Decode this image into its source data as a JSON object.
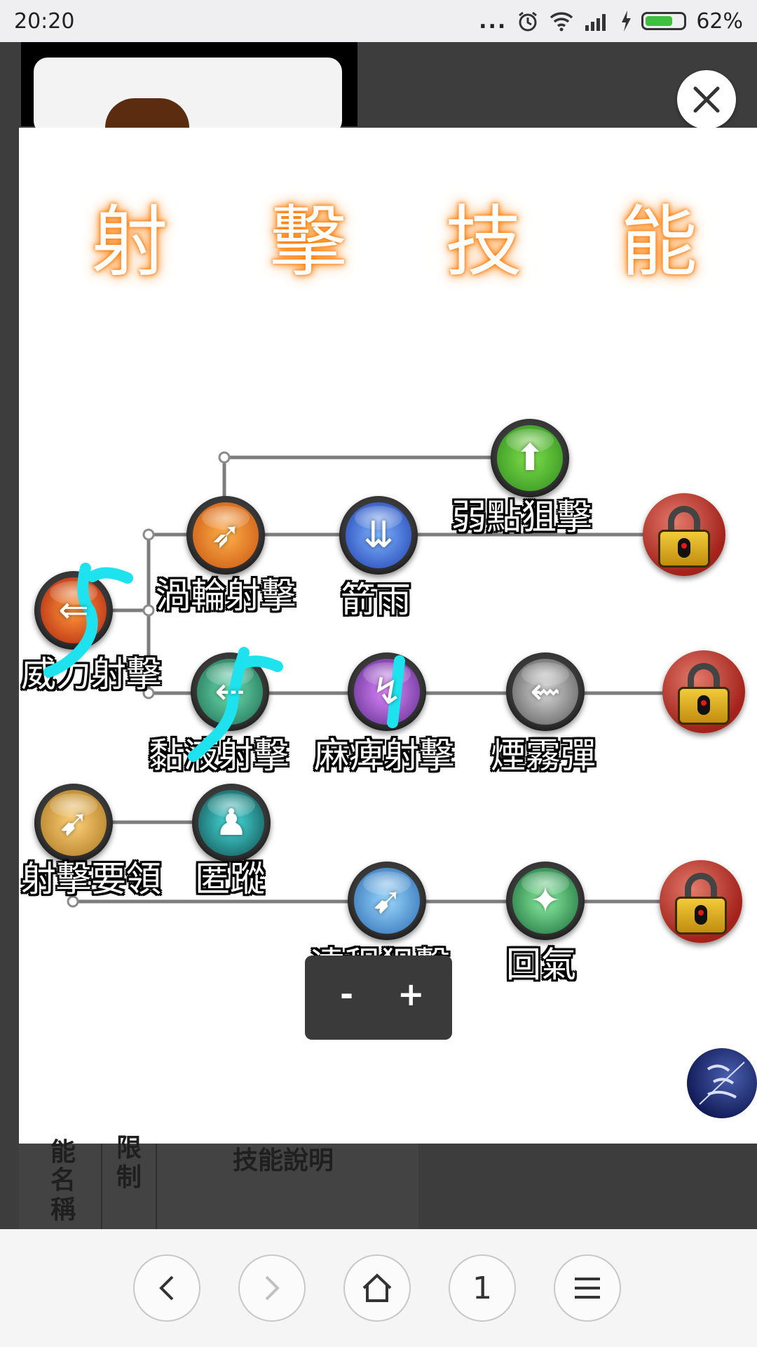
{
  "status": {
    "time": "20:20",
    "dots": "...",
    "battery_pct": "62%",
    "battery_level": 0.62
  },
  "title": {
    "chars": [
      "射",
      "擊",
      "技",
      "能"
    ]
  },
  "skills": {
    "weak_point_snipe": "弱點狙擊",
    "vortex_shot": "渦輪射擊",
    "arrow_rain": "箭雨",
    "power_shot": "威力射擊",
    "sticky_shot": "黏液射擊",
    "paralyze_shot": "麻痺射擊",
    "smoke_bomb": "煙霧彈",
    "shooting_essentials": "射擊要領",
    "stealth": "匿蹤",
    "long_range_snipe": "遠程狙擊",
    "recover": "回氣"
  },
  "zoom": {
    "minus": "-",
    "plus": "+"
  },
  "table_header": {
    "col1_chars": [
      "能",
      "名",
      "稱"
    ],
    "col2_chars": [
      "限",
      "制"
    ],
    "col3": "技能說明"
  },
  "nav": {
    "tab_count": "1"
  },
  "colors": {
    "title_glow": "#ff7a00",
    "skill_green": "#3aa32f",
    "skill_orange": "#d9691a",
    "skill_blue": "#2d57c8",
    "skill_red": "#c4301a",
    "skill_teal": "#1f7f6a",
    "skill_purple": "#7a3aa8",
    "skill_grey": "#7a7a7a",
    "skill_gold": "#b88a2a",
    "skill_cyan": "#1bb0b8",
    "annotation": "#1ee3ef"
  }
}
